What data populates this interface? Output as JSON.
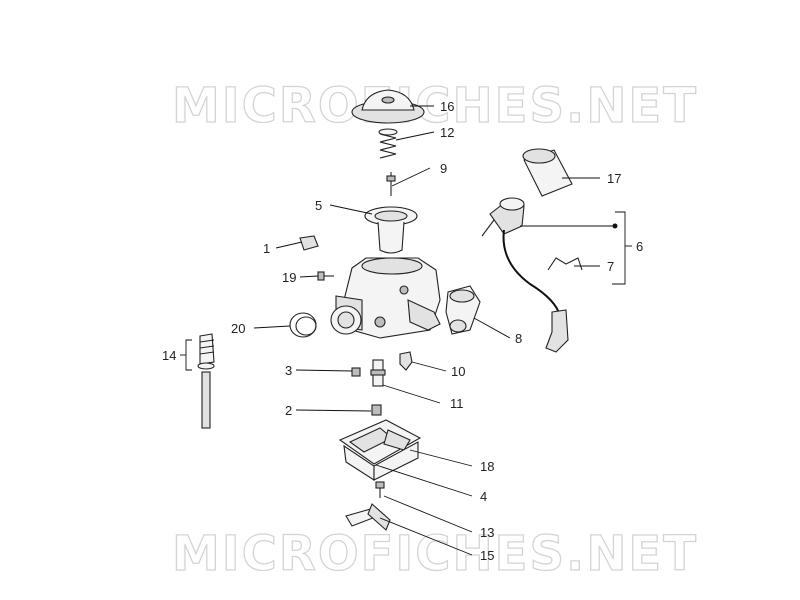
{
  "watermark_top": "MICROFICHES.NET",
  "watermark_bottom": "MICROFICHES.NET",
  "callouts": {
    "c1": "1",
    "c2": "2",
    "c3": "3",
    "c4": "4",
    "c5": "5",
    "c6": "6",
    "c7": "7",
    "c8": "8",
    "c9": "9",
    "c10": "10",
    "c11": "11",
    "c12": "12",
    "c13": "13",
    "c14": "14",
    "c15": "15",
    "c16": "16",
    "c17": "17",
    "c18": "18",
    "c19": "19",
    "c20": "20"
  },
  "colors": {
    "line": "#111111",
    "watermark": "#d4d4d4",
    "part_fill": "#e2e2e2"
  }
}
